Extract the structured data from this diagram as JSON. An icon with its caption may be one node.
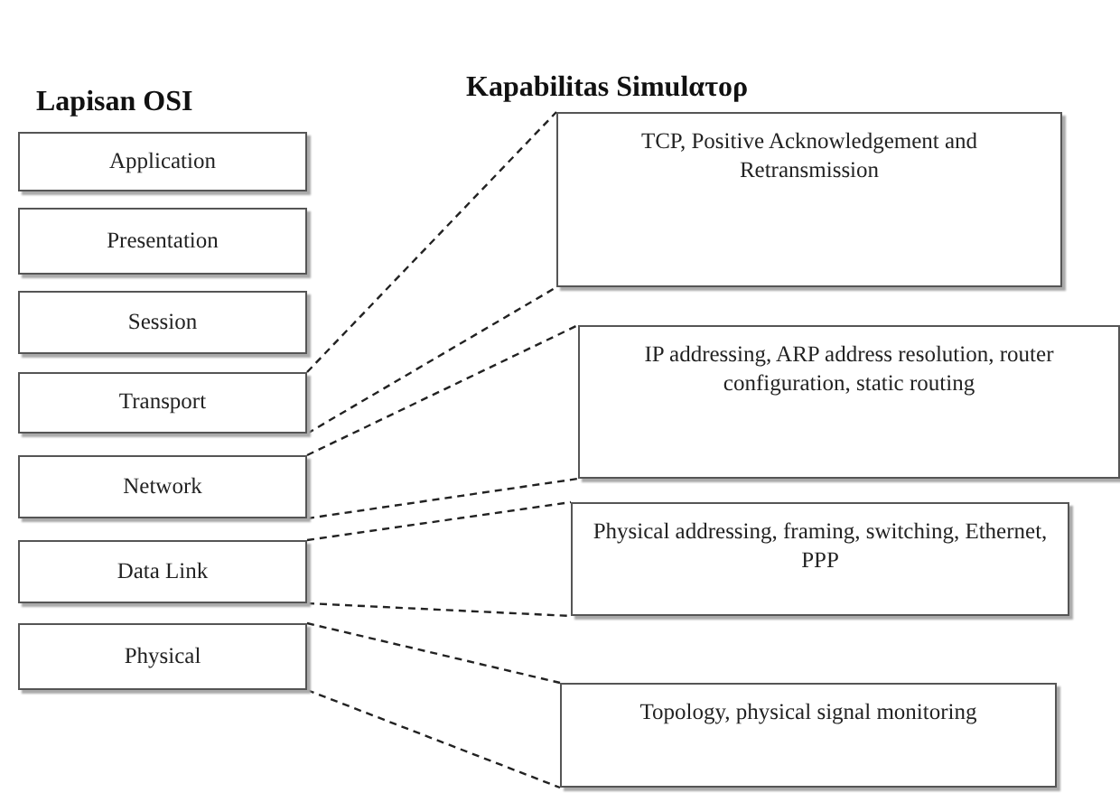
{
  "diagram": {
    "labels": [
      "Lapisan OSI",
      "Kapabilitas Simulατορ"
    ],
    "nodes": [
      {
        "text": [
          "Application"
        ]
      },
      {
        "text": [
          "Presentation"
        ]
      },
      {
        "text": [
          "Session"
        ]
      },
      {
        "text": [
          "Transport"
        ]
      },
      {
        "text": [
          "Network"
        ]
      },
      {
        "text": [
          "Data Link"
        ]
      },
      {
        "text": [
          "Physical"
        ]
      },
      {
        "text": [
          "TCP, Positive Acknowledgement and Retransmission"
        ]
      },
      {
        "text": [
          "IP addressing, ARP address resolution, router configuration, static routing"
        ]
      },
      {
        "text": [
          "Physical addressing, framing, switching, Ethernet, PPP"
        ]
      },
      {
        "text": [
          "Topology, physical signal monitoring"
        ]
      }
    ],
    "edges": [
      {
        "from": 3,
        "to": 7,
        "arrow": "none",
        "style": "dashed"
      },
      {
        "from": 3,
        "to": 7,
        "arrow": "none",
        "style": "dashed"
      },
      {
        "from": 4,
        "to": 8,
        "arrow": "none",
        "style": "dashed"
      },
      {
        "from": 4,
        "to": 8,
        "arrow": "none",
        "style": "dashed"
      },
      {
        "from": 5,
        "to": 9,
        "arrow": "none",
        "style": "dashed"
      },
      {
        "from": 5,
        "to": 9,
        "arrow": "none",
        "style": "dashed"
      },
      {
        "from": 6,
        "to": 10,
        "arrow": "none",
        "style": "dashed"
      },
      {
        "from": 6,
        "to": 10,
        "arrow": "none",
        "style": "dashed"
      }
    ]
  }
}
